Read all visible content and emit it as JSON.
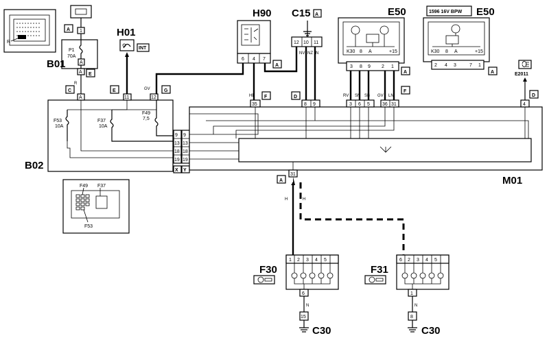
{
  "components": {
    "b01": "B01",
    "h01": "H01",
    "h90": "H90",
    "c15": "C15",
    "e50a": "E50",
    "e50b": "E50",
    "b02": "B02",
    "m01": "M01",
    "f30": "F30",
    "f31": "F31",
    "c30a": "C30",
    "c30b": "C30",
    "e2011": "E2011",
    "r": "R",
    "e50b_header": "1596 16V BPW"
  },
  "connector_tags": {
    "a_battery": "A",
    "a_b01": "A",
    "e_b01": "E",
    "c_b02": "C",
    "e_b02": "E",
    "g_b02": "G",
    "a_h90": "A",
    "a_c15": "A",
    "d_m01": "D",
    "f_h90": "F",
    "f_e50": "F",
    "a_e50a": "A",
    "a_e50b": "A",
    "d_e2011": "D",
    "a_m01": "A",
    "x_b02": "X",
    "y_b02": "Y",
    "int_h01": "INT"
  },
  "fuses": {
    "p1": "P1",
    "p1_rating": "70A",
    "f53": "F53",
    "f53_rating": "10A",
    "f37": "F37",
    "f37_rating": "10A",
    "f49": "F49",
    "f49_rating": "7,5",
    "mini_f49": "F49",
    "mini_f37": "F37",
    "mini_f53": "F53"
  },
  "pins": {
    "bat": "1",
    "b01_top": "1",
    "b01_out": "A",
    "b02_a": "A",
    "b02_11": "11",
    "b02_12": "12",
    "h90_6": "6",
    "h90_4": "4",
    "h90_7": "7",
    "c15_12": "12",
    "c15_10": "10",
    "c15_11": "11",
    "e50a_k30": "K30",
    "e50a_8": "8",
    "e50a_a": "A",
    "e50a_p15": "+15",
    "e50a_3": "3",
    "e50a_8b": "8",
    "e50a_9": "9",
    "e50a_2": "2",
    "e50a_1": "1",
    "e50b_k30": "K30",
    "e50b_8": "8",
    "e50b_a": "A",
    "e50b_p15": "+15",
    "e50b_2": "2",
    "e50b_4": "4",
    "e50b_3": "3",
    "e50b_7": "7",
    "e50b_1": "1",
    "e2011_4": "4",
    "m01_35": "35",
    "m01_8": "8",
    "m01_9": "9",
    "m01_3": "3",
    "m01_6": "6",
    "m01_5": "5",
    "m01_36": "36",
    "m01_31": "31",
    "m01_4": "4",
    "m01_bot31": "31",
    "b02_9a": "9",
    "b02_13a": "13",
    "b02_18a": "18",
    "b02_19a": "19",
    "b02_9b": "9",
    "b02_13b": "13",
    "b02_18b": "18",
    "b02_19b": "19",
    "f30_1": "1",
    "f30_2": "2",
    "f30_3": "3",
    "f30_4": "4",
    "f30_5": "5",
    "f30_6": "6",
    "f31_6": "6",
    "f31_2": "2",
    "f31_3": "3",
    "f31_4": "4",
    "f31_5": "5",
    "f31_1": "1",
    "c30a_15": "15",
    "c30b_8": "8"
  },
  "wire_colors": {
    "r": "R",
    "gv": "GV",
    "hb": "HB",
    "nv": "NV",
    "nz": "NZ",
    "n_c15": "N",
    "rv": "RV",
    "sn": "SN",
    "sb": "SB",
    "gv2": "GV",
    "ln": "LN",
    "h1": "H",
    "h2": "H",
    "n_f30": "N",
    "n_f31": "N"
  },
  "colors": {
    "ink": "#000000",
    "paper": "#ffffff"
  }
}
